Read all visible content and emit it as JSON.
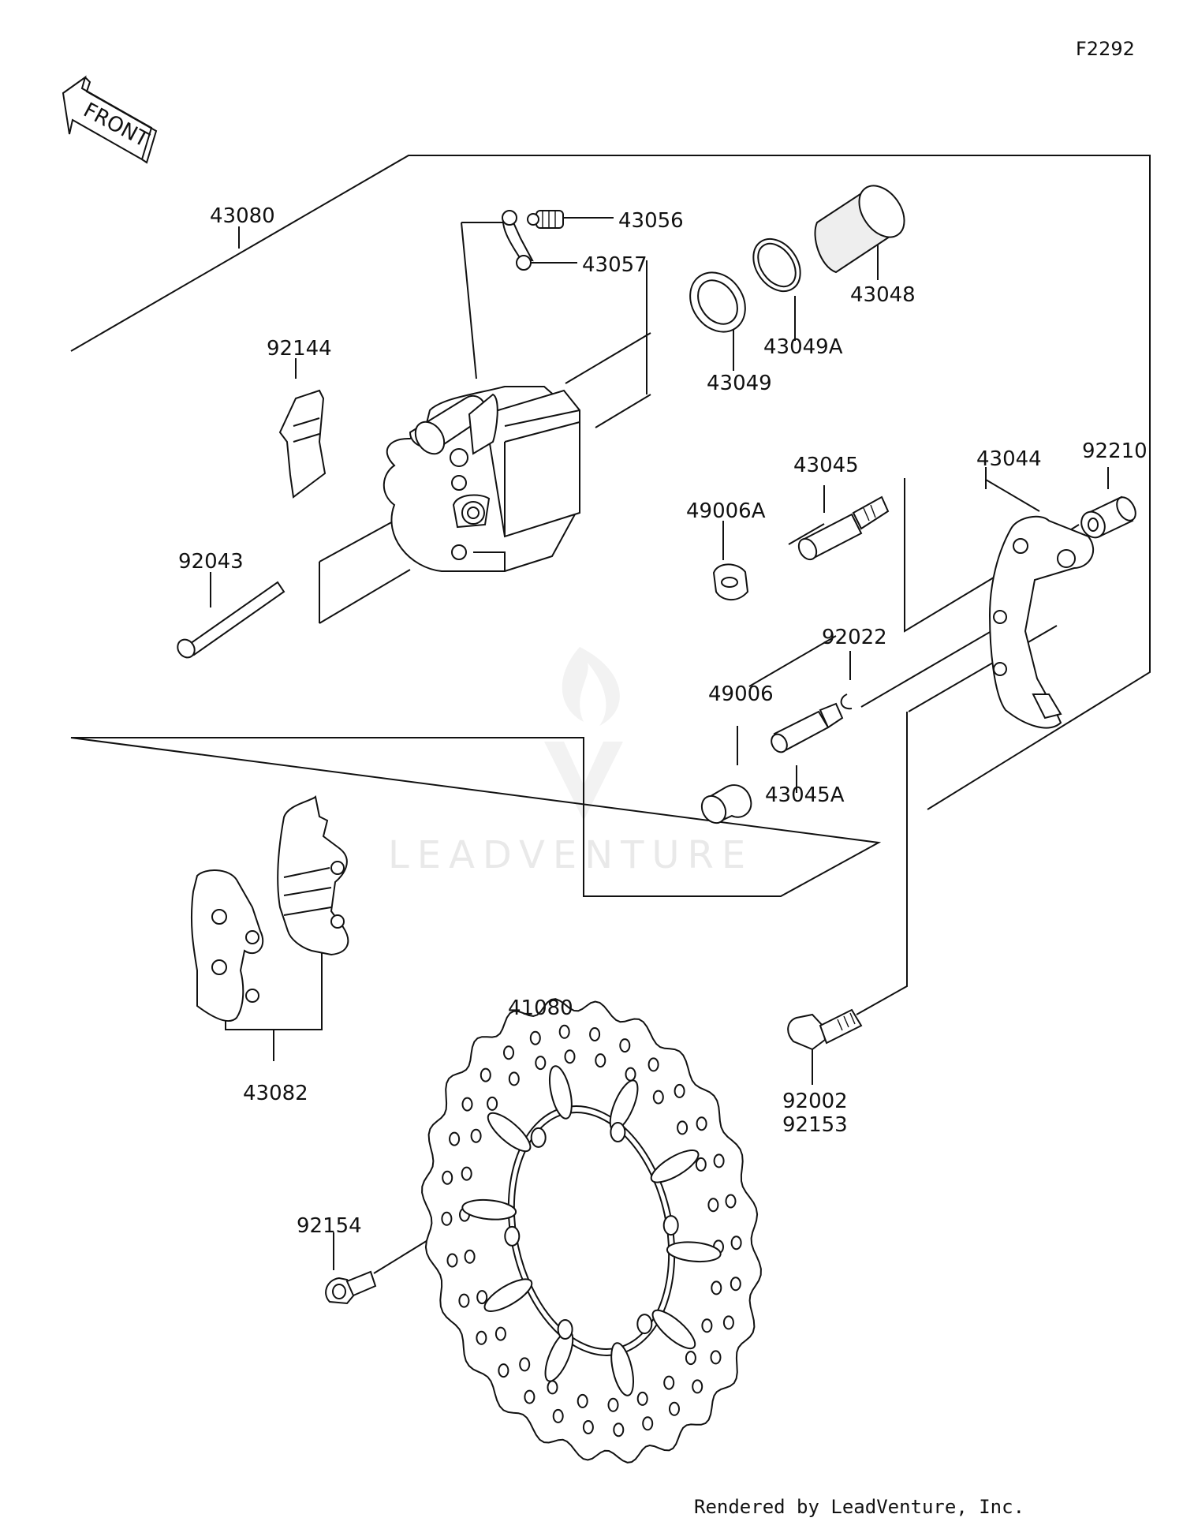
{
  "figure_code": "F2292",
  "front_arrow_label": "FRONT",
  "watermark": "LEADVENTURE",
  "credit": "Rendered by LeadVenture, Inc.",
  "labels": {
    "p43080": "43080",
    "p43056": "43056",
    "p43057": "43057",
    "p43048": "43048",
    "p43049A": "43049A",
    "p43049": "43049",
    "p92144": "92144",
    "p43045": "43045",
    "p43044": "43044",
    "p92210": "92210",
    "p49006A": "49006A",
    "p92043": "92043",
    "p92022": "92022",
    "p49006": "49006",
    "p43045A": "43045A",
    "p43082": "43082",
    "p41080": "41080",
    "p92002": "92002",
    "p92153": "92153",
    "p92154": "92154"
  }
}
